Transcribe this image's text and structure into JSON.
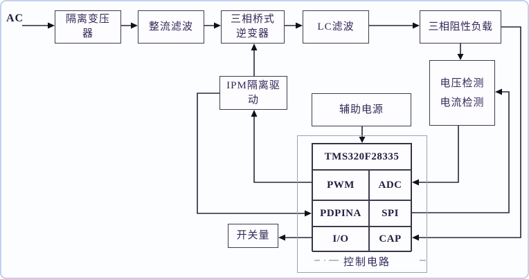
{
  "diagram": {
    "ac_label": "AC",
    "blocks": {
      "isolation_transformer": {
        "line1": "隔离变压",
        "line2": "器"
      },
      "rectifier_filter": {
        "line1": "整流滤波"
      },
      "bridge_inverter": {
        "line1": "三相桥式",
        "line2": "逆变器"
      },
      "lc_filter": {
        "line1": "LC滤波"
      },
      "resistive_load": {
        "line1": "三相阻性负载"
      },
      "ipm_driver": {
        "line1": "IPM隔离驱",
        "line2": "动"
      },
      "voltage_current_detect": {
        "line1": "电压检测",
        "line2": "电流检测"
      },
      "aux_power": {
        "line1": "辅助电源"
      },
      "switch_signal": {
        "line1": "开关量"
      },
      "control_circuit": "控制电路"
    },
    "dsp": {
      "title": "TMS320F28335",
      "cells": {
        "pwm": "PWM",
        "adc": "ADC",
        "pdpina": "PDPINA",
        "spi": "SPI",
        "io": "I/O",
        "cap": "CAP"
      }
    },
    "colors": {
      "line": "#26263a",
      "block_border": "#3b3b4f",
      "outer_box_border": "#9aa1b2",
      "text": "#342757",
      "background": "#fcfdff",
      "frame": "#c3d0ef"
    }
  }
}
